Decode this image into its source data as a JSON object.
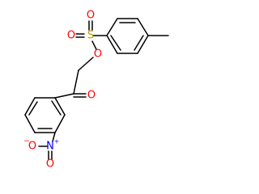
{
  "molecule": {
    "atoms": {
      "sulfonyl_o1": {
        "text": "O",
        "color": "#ff0000"
      },
      "sulfonyl_o2": {
        "text": "O",
        "color": "#ff0000"
      },
      "sulfur": {
        "text": "S",
        "color": "#b8a000"
      },
      "ester_o": {
        "text": "O",
        "color": "#ff0000"
      },
      "ketone_o": {
        "text": "O",
        "color": "#ff0000"
      },
      "nitro_n": {
        "text": "N",
        "color": "#0000ff"
      },
      "nitro_n_charge": {
        "text": "+",
        "color": "#0000ff"
      },
      "nitro_o_single": {
        "text": "O",
        "color": "#ff0000"
      },
      "nitro_o_single_charge": {
        "text": "−",
        "color": "#ff0000"
      },
      "nitro_o_double": {
        "text": "O",
        "color": "#ff0000"
      }
    }
  }
}
